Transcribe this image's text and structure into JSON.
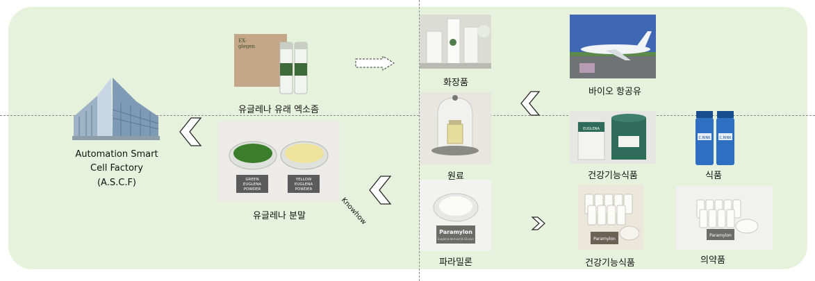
{
  "factory": {
    "line1": "Automation Smart",
    "line2": "Cell Factory",
    "line3": "(A.S.C.F)"
  },
  "extract": {
    "label": "유글레나 유래 엑소좀",
    "box_text_1": "EX-",
    "box_text_2": "glegen"
  },
  "powder": {
    "label": "유글레나 분말",
    "green_tag_1": "GREEN",
    "green_tag_2": "EUGLENA",
    "green_tag_3": "POWDER",
    "yellow_tag_1": "YELLOW",
    "yellow_tag_2": "EUGLENA",
    "yellow_tag_3": "POWDER"
  },
  "knowhow": "Knowhow",
  "cosmetics": {
    "label": "화장품"
  },
  "raw_material": {
    "label": "원료"
  },
  "paramylon": {
    "label": "파라밀론",
    "tag": "Paramylon",
    "tag_sub": "Euglena-derived β-Glucan"
  },
  "bio_fuel": {
    "label": "바이오 항공유"
  },
  "health_food_top": {
    "label": "건강기능식품",
    "can_text": "EUGLENA"
  },
  "food": {
    "label": "식품",
    "bottle_text": "C.RINK"
  },
  "health_food_bottom": {
    "label": "건강기능식품",
    "tag": "Paramylon"
  },
  "medicine": {
    "label": "의약품",
    "tag": "Paramylon"
  },
  "colors": {
    "panel": "#e6f2dc",
    "divider": "#888888"
  }
}
